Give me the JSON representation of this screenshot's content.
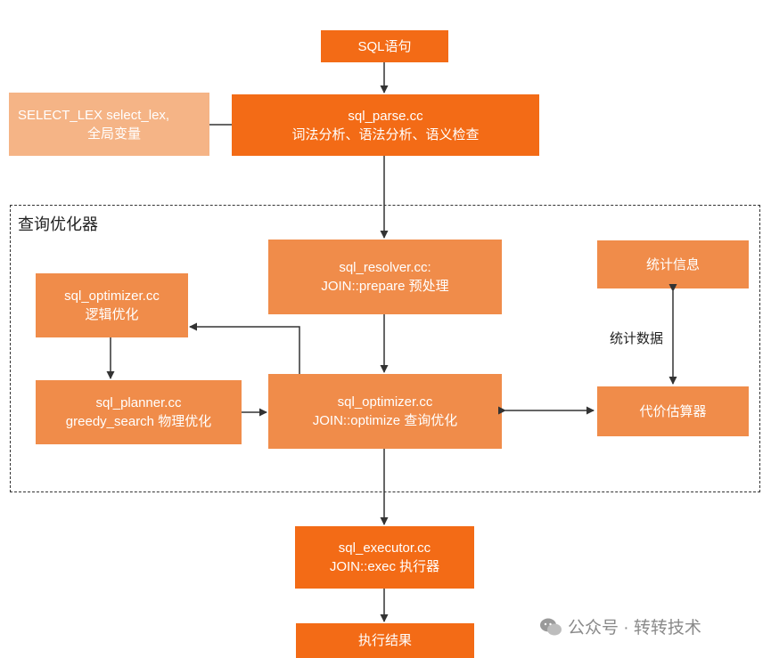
{
  "region": {
    "label": "查询优化器"
  },
  "nodes": {
    "sql_input": {
      "line1": "SQL语句"
    },
    "sql_parse": {
      "line1": "sql_parse.cc",
      "line2": "词法分析、语法分析、语义检查"
    },
    "select_lex": {
      "line1": "SELECT_LEX select_lex,",
      "line2": "全局变量"
    },
    "resolver": {
      "line1": "sql_resolver.cc:",
      "line2": "JOIN::prepare 预处理"
    },
    "sql_optimizer_logic": {
      "line1": "sql_optimizer.cc",
      "line2": "逻辑优化"
    },
    "planner": {
      "line1": "sql_planner.cc",
      "line2": "greedy_search 物理优化"
    },
    "optimize": {
      "line1": "sql_optimizer.cc",
      "line2": "JOIN::optimize 查询优化"
    },
    "stats_info": {
      "line1": "统计信息"
    },
    "cost": {
      "line1": "代价估算器"
    },
    "executor": {
      "line1": "sql_executor.cc",
      "line2": "JOIN::exec 执行器"
    },
    "result": {
      "line1": "执行结果"
    }
  },
  "edge_labels": {
    "stats_data": "统计数据"
  },
  "watermark": {
    "text": "公众号 · 转转技术",
    "icon": "wechat-icon"
  },
  "colors": {
    "primary_box": "#f36b16",
    "secondary_box": "#f08c4a",
    "light_box": "#f5b486",
    "connector": "#333333"
  }
}
